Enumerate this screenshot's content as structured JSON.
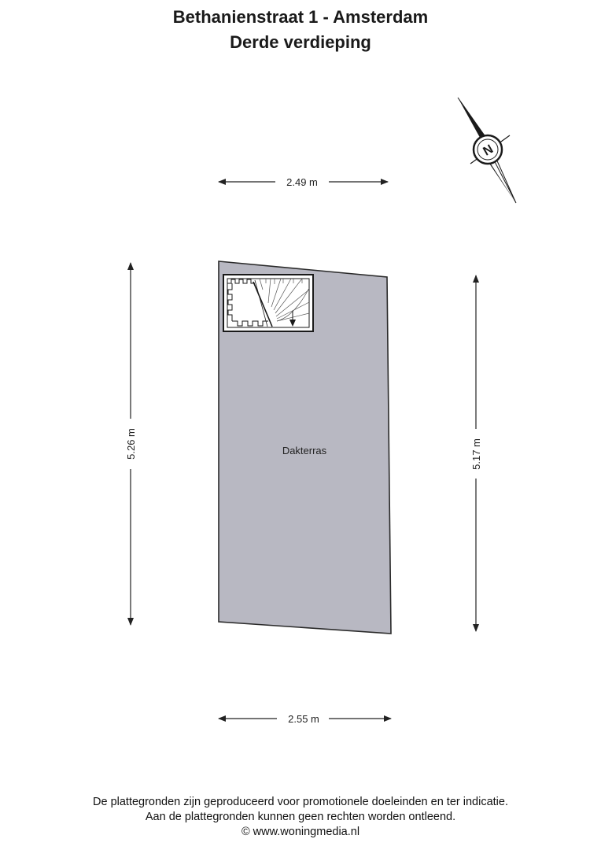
{
  "header": {
    "address": "Bethanienstraat 1 - Amsterdam",
    "floor": "Derde verdieping"
  },
  "plan": {
    "room_label": "Dakterras",
    "dimensions": {
      "top": "2.49 m",
      "bottom": "2.55 m",
      "left": "5.26 m",
      "right": "5.17 m"
    },
    "compass_letter": "N"
  },
  "colors": {
    "floor_fill": "#b8b8c2",
    "wall": "#2a2a2a",
    "dim_line": "#222222"
  },
  "footer": {
    "line1": "De plattegronden zijn geproduceerd voor promotionele doeleinden en ter indicatie.",
    "line2": "Aan de plattegronden kunnen geen rechten worden ontleend.",
    "line3": "© www.woningmedia.nl"
  }
}
